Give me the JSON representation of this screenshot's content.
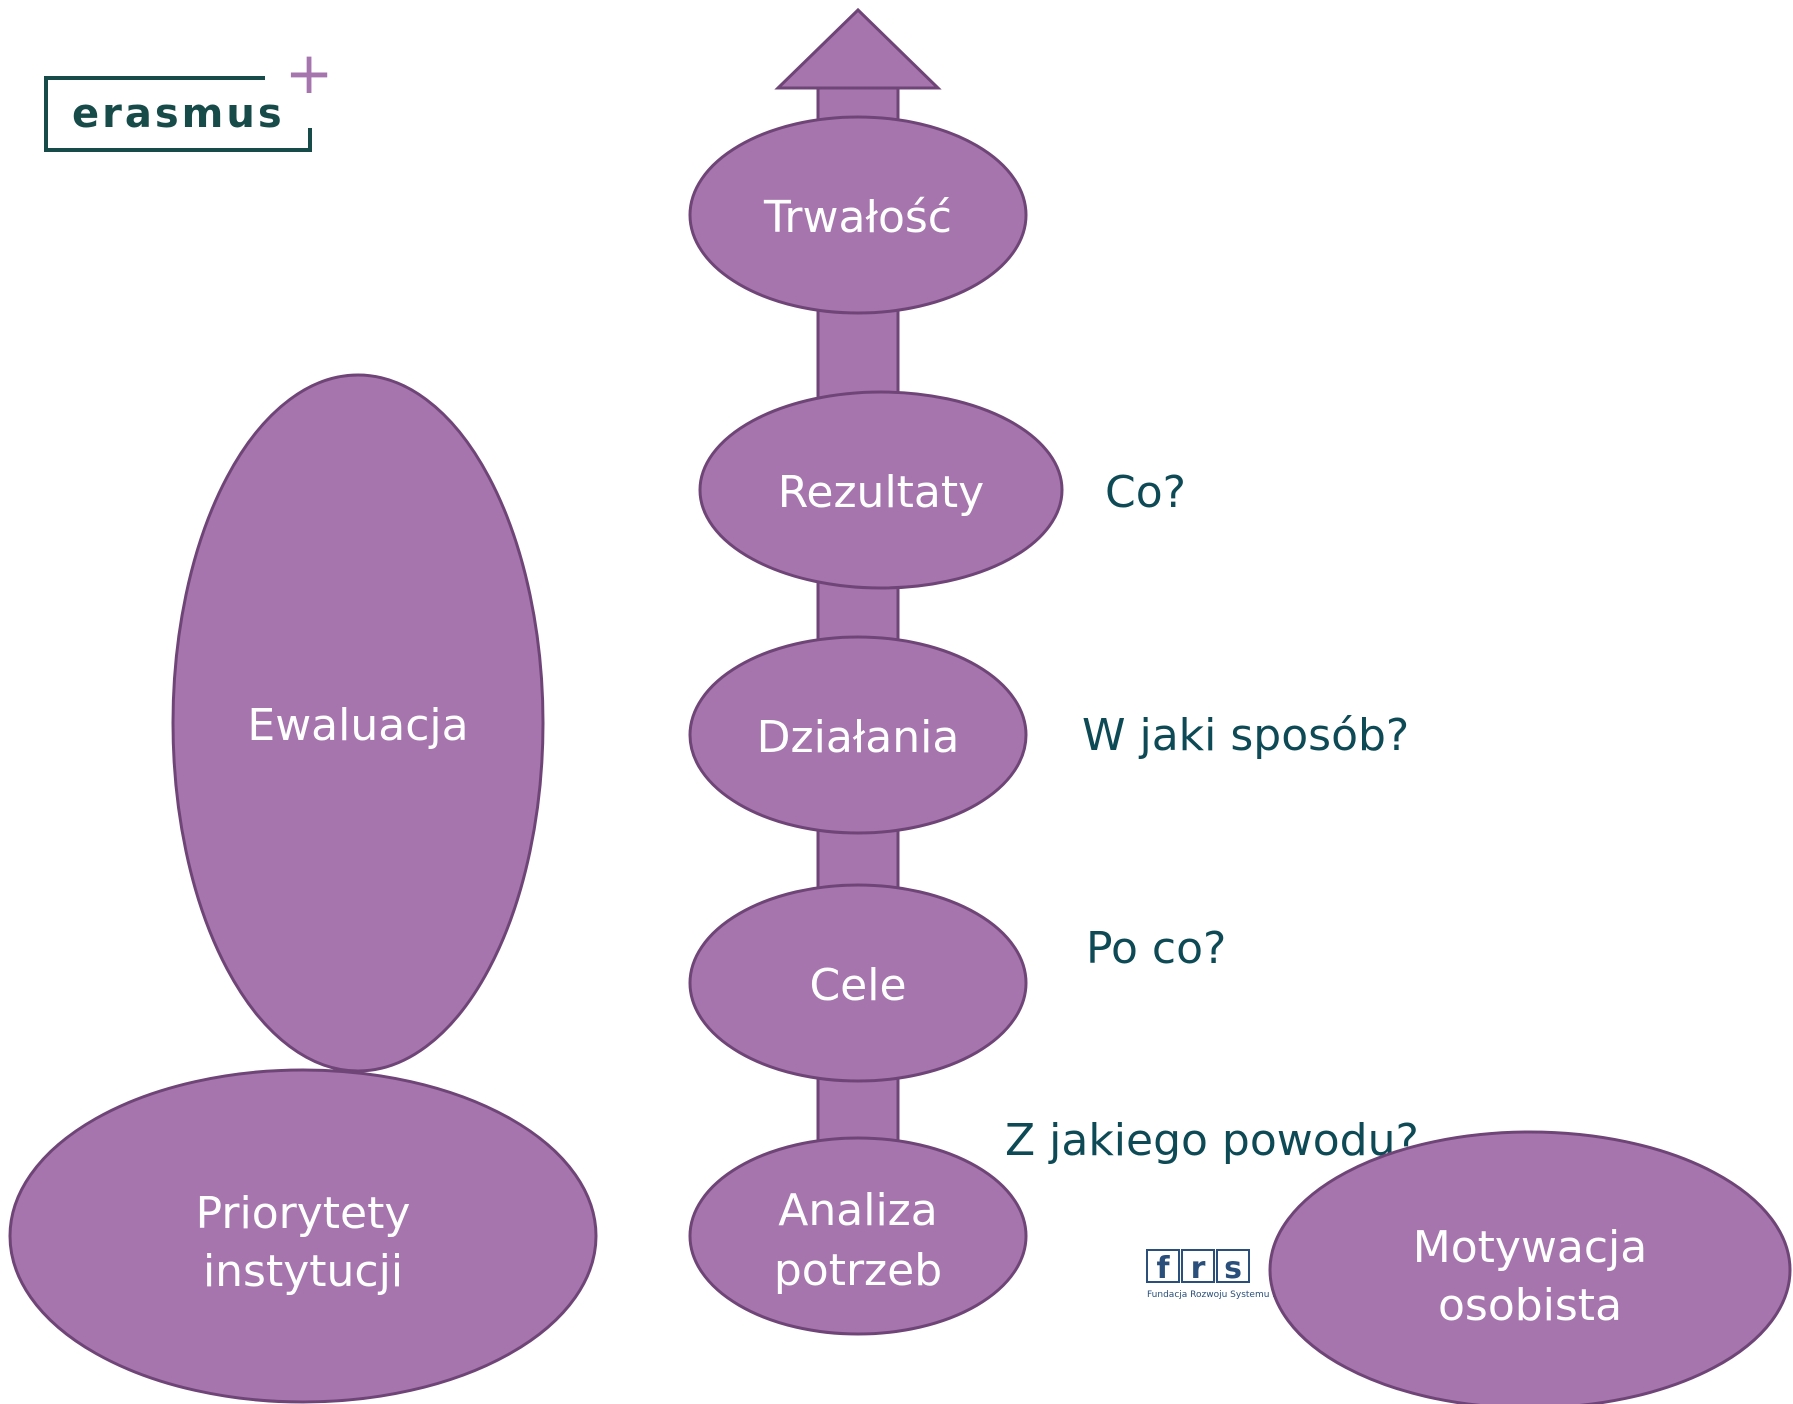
{
  "colors": {
    "fill": "#a675ae",
    "stroke": "#6f4577",
    "label": "#ffffff",
    "question": "#0d4a55",
    "logo": "#174b4a",
    "logo_plus": "#a675ae"
  },
  "logo": {
    "text": "erasmus",
    "plus": "+"
  },
  "frs_logo": {
    "letters": [
      "f",
      "r",
      "s"
    ],
    "subtitle": "Fundacja Rozwoju Systemu E"
  },
  "steps": [
    {
      "lines": [
        "Trwałość"
      ]
    },
    {
      "lines": [
        "Rezultaty"
      ]
    },
    {
      "lines": [
        "Działania"
      ]
    },
    {
      "lines": [
        "Cele"
      ]
    },
    {
      "lines": [
        "Analiza",
        "potrzeb"
      ]
    }
  ],
  "questions": [
    {
      "text": "Co?"
    },
    {
      "text": "W jaki sposób?"
    },
    {
      "text": "Po co?"
    },
    {
      "text": "Z jakiego powodu?"
    }
  ],
  "side": {
    "evaluation": {
      "lines": [
        "Ewaluacja"
      ]
    },
    "priorities": {
      "lines": [
        "Priorytety",
        "instytucji"
      ]
    },
    "motivation": {
      "lines": [
        "Motywacja",
        "osobista"
      ]
    }
  }
}
